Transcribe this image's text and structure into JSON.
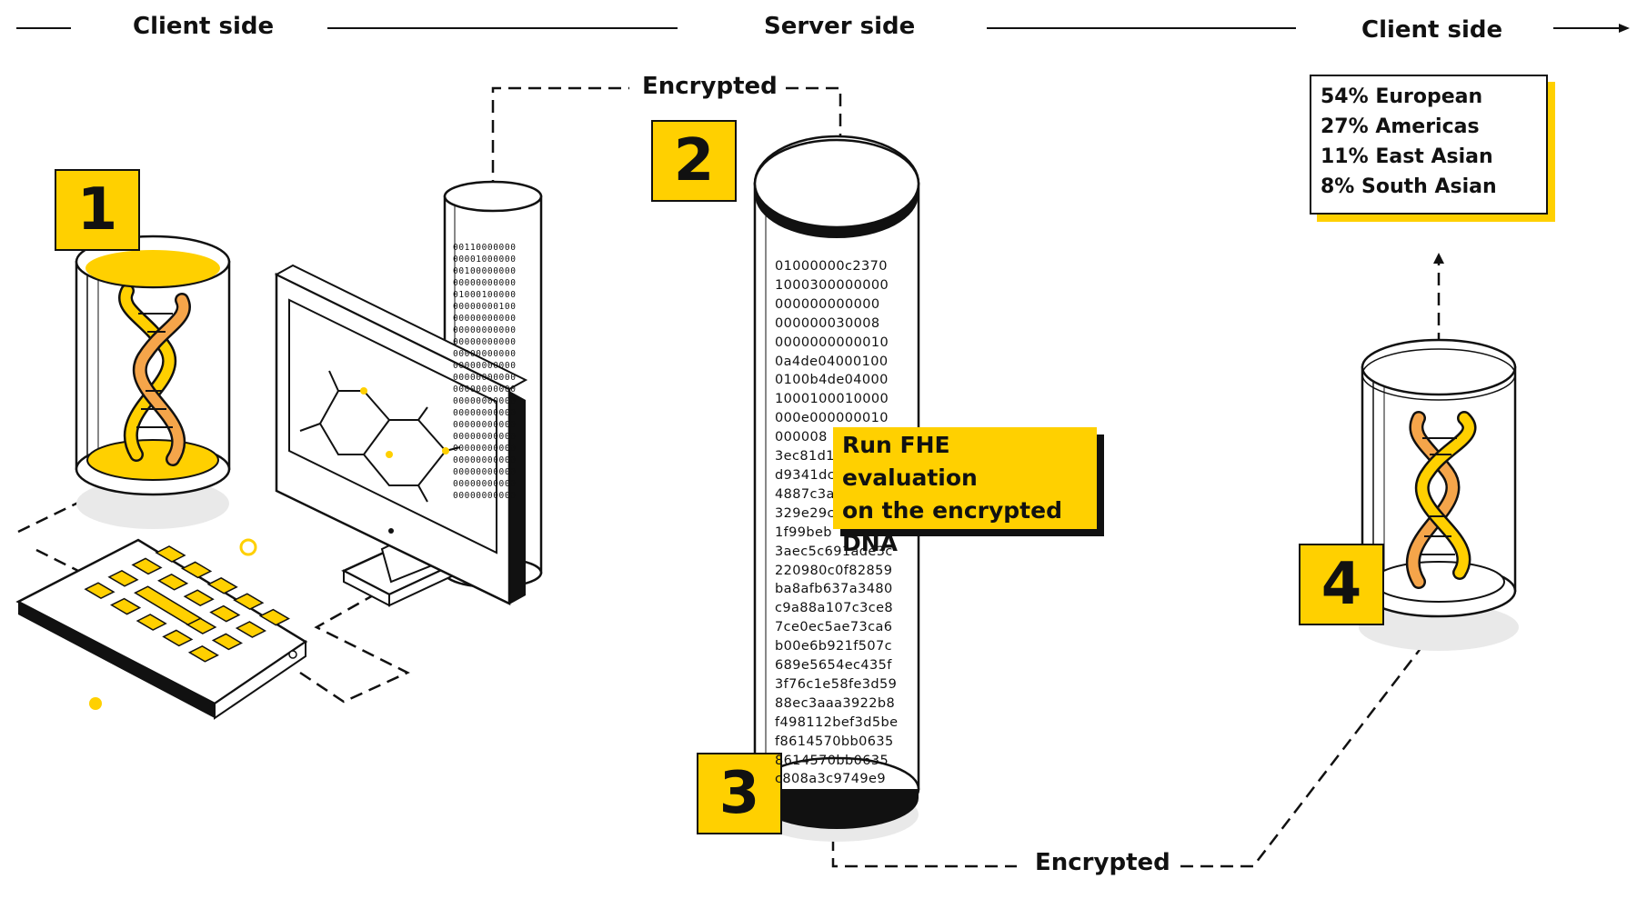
{
  "headers": {
    "left": "Client side",
    "center": "Server side",
    "right": "Client side"
  },
  "encrypted_labels": {
    "top": "Encrypted",
    "bottom": "Encrypted"
  },
  "badges": [
    "1",
    "2",
    "3",
    "4"
  ],
  "results": [
    "54% European",
    "27% Americas",
    "11% East Asian",
    "8% South Asian"
  ],
  "fhe_box": {
    "line1": "Run FHE evaluation",
    "line2": "on the encrypted",
    "line3": "DNA"
  },
  "server_column_hex": [
    "01000000c2370",
    "1000300000000",
    "000000000000",
    "000000030008",
    "0000000000010",
    "0a4de04000100",
    "0100b4de04000",
    "1000100010000",
    "000e000000010",
    "000008",
    "3ec81d1",
    "d9341dc",
    "4887c3a",
    "329e29c",
    "1f99beb",
    "3aec5c691ade3c",
    "220980c0f82859",
    "ba8afb637a3480",
    "c9a88a107c3ce8",
    "7ce0ec5ae73ca6",
    "b00e6b921f507c",
    "689e5654ec435f",
    "3f76c1e58fe3d59",
    "88ec3aaa3922b8",
    "f498112bef3d5be",
    "f8614570bb0635",
    "8614570bb0635",
    "c808a3c9749e9"
  ],
  "client_column_binary": [
    "00110000000",
    "00001000000",
    "00100000000",
    "00000000000",
    "01000100000",
    "00000000100",
    "00000000000",
    "00000000000",
    "00000000000",
    "00000000000",
    "00000000000",
    "00000000000",
    "00000000000",
    "00000000000",
    "00000000000",
    "00000000000",
    "00000000000",
    "00000000000",
    "00000000000",
    "00000000000",
    "00000000000",
    "00000000000"
  ],
  "colors": {
    "accent": "#FFD000",
    "strand_orange": "#F5A54A",
    "ink": "#111111",
    "background": "#FFFFFF"
  }
}
